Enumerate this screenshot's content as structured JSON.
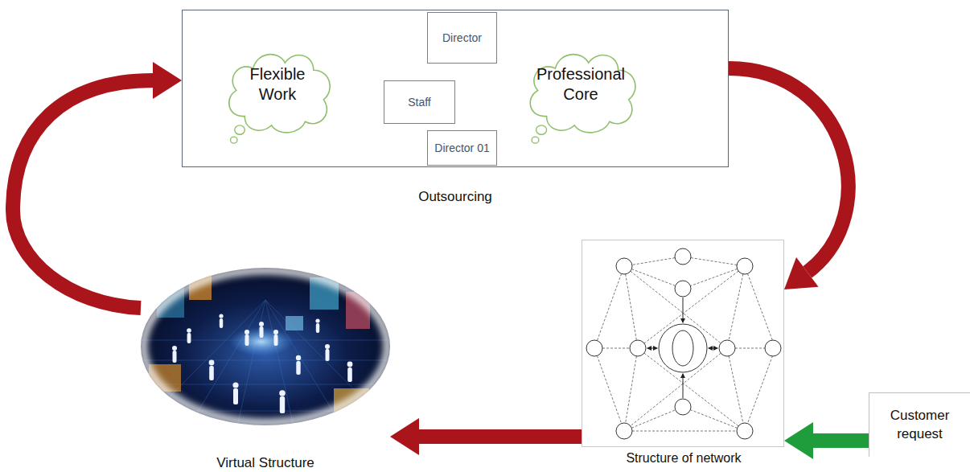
{
  "diagram": {
    "nodes": [
      {
        "text": [
          "Outsourcing"
        ]
      },
      {
        "text": [
          "Flexible Work"
        ],
        "in": 0
      },
      {
        "text": [
          "Director"
        ],
        "in": 0
      },
      {
        "text": [
          "Staff"
        ],
        "in": 0
      },
      {
        "text": [
          "Director 01"
        ],
        "in": 0
      },
      {
        "text": [
          "Professional Core"
        ],
        "in": 0
      },
      {
        "text": [
          "Structure of network"
        ]
      },
      {
        "text": [
          "Customer request"
        ]
      },
      {
        "text": [
          "Virtual Structure"
        ]
      }
    ],
    "edges": [
      {
        "from": 2,
        "to": 4,
        "arrow": "none"
      },
      {
        "from": 2,
        "to": 3,
        "arrow": "none"
      },
      {
        "from": 0,
        "to": 6,
        "arrow": "to"
      },
      {
        "from": 7,
        "to": 6,
        "arrow": "to"
      },
      {
        "from": 6,
        "to": 8,
        "arrow": "to"
      },
      {
        "from": 8,
        "to": 0,
        "arrow": "to"
      }
    ]
  }
}
